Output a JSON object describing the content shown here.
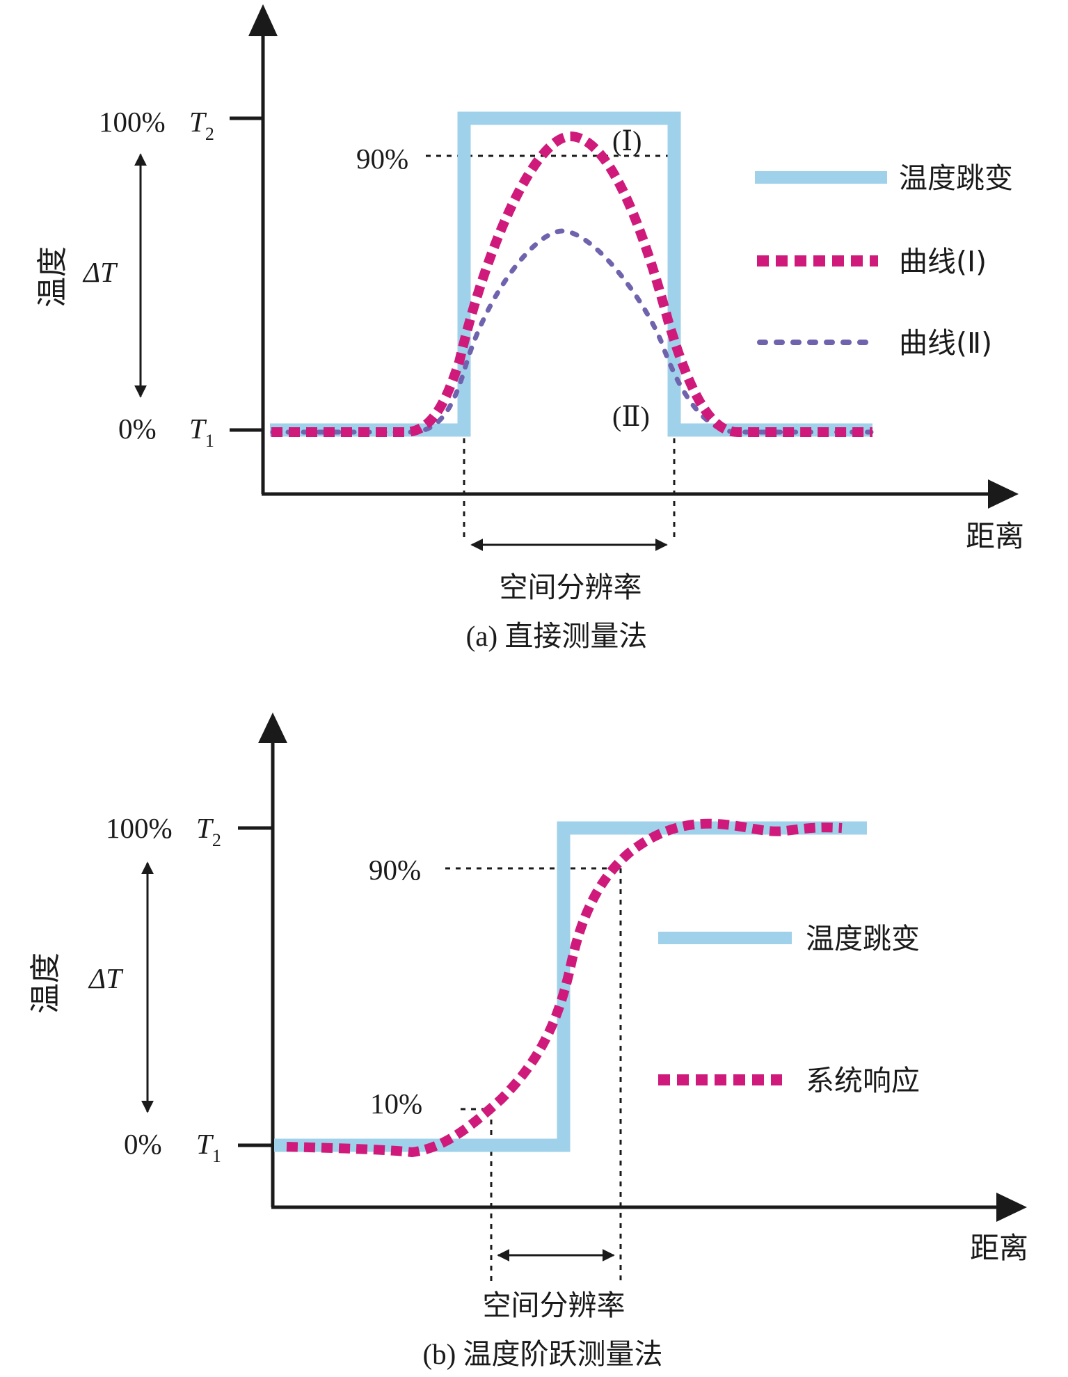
{
  "colors": {
    "step": "#9fd1ea",
    "curve1": "#cf1a7b",
    "curve2": "#6f63ae",
    "ink": "#1a1a1a"
  },
  "panel_a": {
    "caption": "(a) 直接测量法",
    "y_axis_label": "温度",
    "delta_label": "ΔT",
    "x_axis_label": "距离",
    "tick_100": "100%",
    "tick_0": "0%",
    "t2_main": "T",
    "t2_sub": "2",
    "t1_main": "T",
    "t1_sub": "1",
    "level_90": "90%",
    "mark_I": "(Ⅰ)",
    "mark_II": "(Ⅱ)",
    "resolution_label": "空间分辨率",
    "legend": [
      "温度跳变",
      "曲线(Ⅰ)",
      "曲线(Ⅱ)"
    ]
  },
  "panel_b": {
    "caption": "(b) 温度阶跃测量法",
    "y_axis_label": "温度",
    "delta_label": "ΔT",
    "x_axis_label": "距离",
    "tick_100": "100%",
    "tick_0": "0%",
    "t2_main": "T",
    "t2_sub": "2",
    "t1_main": "T",
    "t1_sub": "1",
    "level_90": "90%",
    "level_10": "10%",
    "resolution_label": "空间分辨率",
    "legend": [
      "温度跳变",
      "系统响应"
    ]
  }
}
